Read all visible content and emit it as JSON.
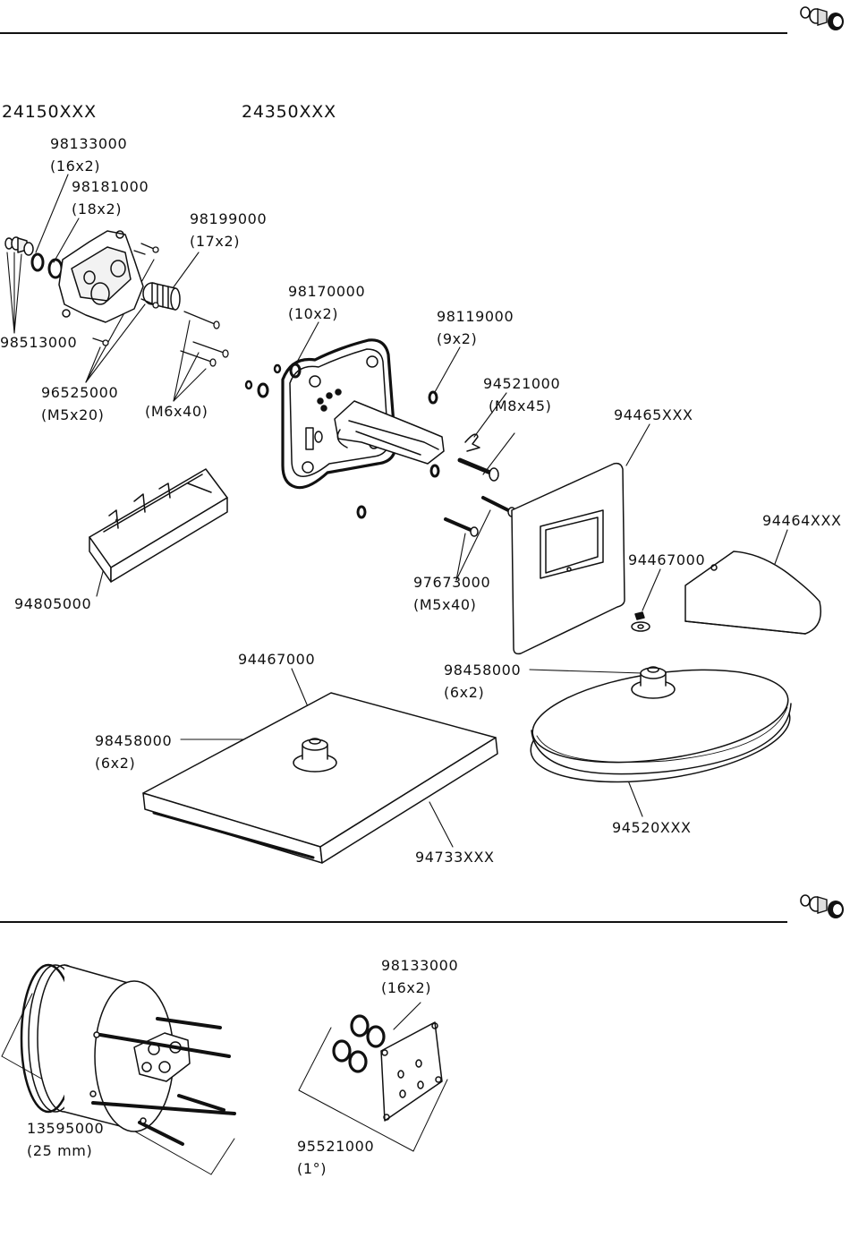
{
  "models": {
    "left": "24150XXX",
    "right": "24350XXX"
  },
  "icons": {
    "top": "fittings-icon",
    "bottom": "fittings-icon"
  },
  "parts": {
    "p98133000": {
      "num": "98133000",
      "spec": "(16x2)"
    },
    "p98181000": {
      "num": "98181000",
      "spec": "(18x2)"
    },
    "p98199000": {
      "num": "98199000",
      "spec": "(17x2)"
    },
    "p98513000": {
      "num": "98513000"
    },
    "p96525000": {
      "num": "96525000",
      "spec": "(M5x20)"
    },
    "pM6x40": {
      "spec": "(M6x40)"
    },
    "p98170000": {
      "num": "98170000",
      "spec": "(10x2)"
    },
    "p98119000": {
      "num": "98119000",
      "spec": "(9x2)"
    },
    "p94521000": {
      "num": "94521000",
      "spec": "(M8x45)"
    },
    "p94465XXX": {
      "num": "94465XXX"
    },
    "p94464XXX": {
      "num": "94464XXX"
    },
    "p94467000a": {
      "num": "94467000"
    },
    "p97673000": {
      "num": "97673000",
      "spec": "(M5x40)"
    },
    "p94805000": {
      "num": "94805000"
    },
    "p94467000b": {
      "num": "94467000"
    },
    "p98458000a": {
      "num": "98458000",
      "spec": "(6x2)"
    },
    "p98458000b": {
      "num": "98458000",
      "spec": "(6x2)"
    },
    "p94520XXX": {
      "num": "94520XXX"
    },
    "p94733XXX": {
      "num": "94733XXX"
    },
    "p98133000c": {
      "num": "98133000",
      "spec": "(16x2)"
    },
    "p13595000": {
      "num": "13595000",
      "spec": "(25 mm)"
    },
    "p95521000": {
      "num": "95521000",
      "spec": "(1°)"
    }
  }
}
